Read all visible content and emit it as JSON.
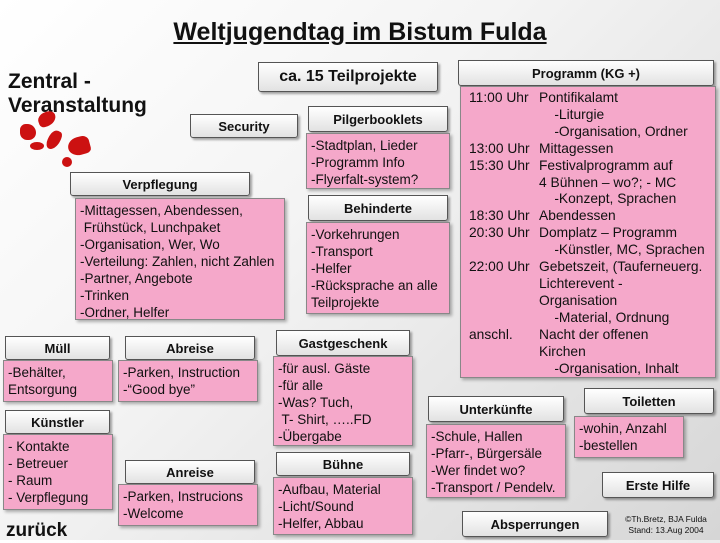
{
  "title": "Weltjugendtag im Bistum Fulda",
  "zentral": [
    "Zentral -",
    "Veranstaltung"
  ],
  "teilprojekte": "ca. 15 Teilprojekte",
  "security": "Security",
  "verpflegung": {
    "header": "Verpflegung",
    "lines": [
      "-Mittagessen, Abendessen,",
      " Frühstück, Lunchpaket",
      "-Organisation, Wer, Wo",
      "-Verteilung: Zahlen, nicht Zahlen",
      "-Partner, Angebote",
      "-Trinken",
      "-Ordner, Helfer"
    ]
  },
  "muell": {
    "header": "Müll",
    "lines": [
      "-Behälter,",
      "Entsorgung"
    ]
  },
  "abreise": {
    "header": "Abreise",
    "lines": [
      "-Parken, Instruction",
      "-“Good bye”"
    ]
  },
  "kuenstler": {
    "header": "Künstler",
    "lines": [
      "- Kontakte",
      "- Betreuer",
      "- Raum",
      "- Verpflegung"
    ]
  },
  "anreise": {
    "header": "Anreise",
    "lines": [
      "-Parken, Instrucions",
      "-Welcome"
    ]
  },
  "zurueck": "zurück",
  "pilgerbooklets": {
    "header": "Pilgerbooklets",
    "lines": [
      "-Stadtplan, Lieder",
      "-Programm Info",
      "-Flyerfalt-system?"
    ]
  },
  "behinderte": {
    "header": "Behinderte",
    "lines": [
      "-Vorkehrungen",
      "-Transport",
      "-Helfer",
      "-Rücksprache an alle",
      "Teilprojekte"
    ]
  },
  "gastgeschenk": {
    "header": "Gastgeschenk",
    "lines": [
      "-für ausl. Gäste",
      "-für alle",
      "-Was? Tuch,",
      " T- Shirt, …..FD",
      "-Übergabe"
    ]
  },
  "buehne": {
    "header": "Bühne",
    "lines": [
      "-Aufbau, Material",
      "-Licht/Sound",
      "-Helfer, Abbau"
    ]
  },
  "programm": {
    "header": "Programm  (KG +)",
    "rows": [
      {
        "time": "11:00 Uhr",
        "desc": "Pontifikalamt"
      },
      {
        "time": "",
        "desc": "    -Liturgie"
      },
      {
        "time": "",
        "desc": "    -Organisation, Ordner"
      },
      {
        "time": "13:00 Uhr",
        "desc": "Mittagessen"
      },
      {
        "time": "15:30 Uhr",
        "desc": "Festivalprogramm auf"
      },
      {
        "time": "",
        "desc": "4 Bühnen – wo?; - MC"
      },
      {
        "time": "",
        "desc": "    -Konzept, Sprachen"
      },
      {
        "time": "18:30 Uhr",
        "desc": "Abendessen"
      },
      {
        "time": "20:30 Uhr",
        "desc": "Domplatz – Programm"
      },
      {
        "time": "",
        "desc": "    -Künstler, MC, Sprachen"
      },
      {
        "time": "22:00 Uhr",
        "desc": "Gebetszeit, (Tauferneuerg."
      },
      {
        "time": "",
        "desc": "Lichterevent -"
      },
      {
        "time": "",
        "desc": "Organisation"
      },
      {
        "time": "",
        "desc": "    -Material, Ordnung"
      },
      {
        "time": "anschl.",
        "desc": "Nacht der offenen"
      },
      {
        "time": "",
        "desc": "Kirchen"
      },
      {
        "time": "",
        "desc": "    -Organisation, Inhalt"
      }
    ]
  },
  "unterkuenfte": {
    "header": "Unterkünfte",
    "lines": [
      "-Schule, Hallen",
      "-Pfarr-, Bürgersäle",
      "-Wer findet wo?",
      "-Transport / Pendelv."
    ]
  },
  "toiletten": {
    "header": "Toiletten",
    "lines": [
      "-wohin, Anzahl",
      "-bestellen"
    ]
  },
  "erste_hilfe": "Erste Hilfe",
  "absperrungen": "Absperrungen",
  "credit": [
    "©Th.Bretz, BJA Fulda",
    "Stand: 13.Aug 2004"
  ],
  "colors": {
    "box_fill": "#f5a8ca",
    "logo_red": "#cc1111"
  }
}
